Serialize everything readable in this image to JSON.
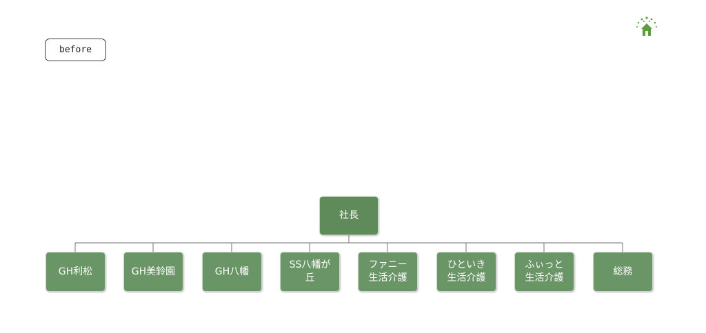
{
  "tag_label": "before",
  "colors": {
    "box_fill": "#6a9566",
    "root_fill": "#5f8a59",
    "connector": "#8a8a8a",
    "logo": "#5a9e3a"
  },
  "org_chart": {
    "root": "社長",
    "children": [
      "GH利松",
      "GH美鈴園",
      "GH八幡",
      "SS八幡が\n丘",
      "ファニー\n生活介護",
      "ひといき\n生活介護",
      "ふぃっと\n生活介護",
      "総務"
    ]
  },
  "logo_icon": "tree-house-icon"
}
